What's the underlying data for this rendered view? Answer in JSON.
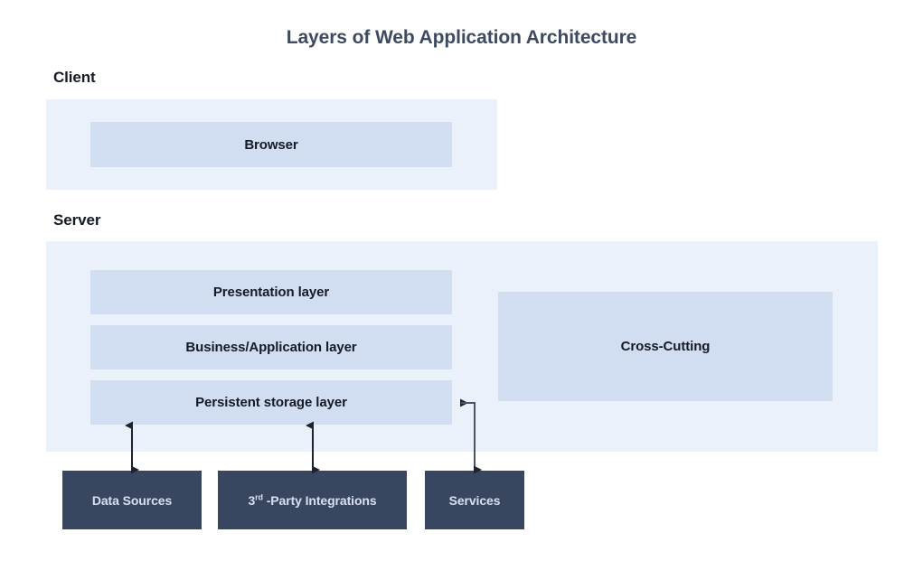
{
  "title": "Layers of Web Application Architecture",
  "zones": {
    "client": {
      "label": "Client",
      "boxes": [
        {
          "name": "browser",
          "label": "Browser"
        }
      ]
    },
    "server": {
      "label": "Server",
      "layers": [
        {
          "name": "presentation",
          "label": "Presentation layer"
        },
        {
          "name": "business",
          "label": "Business/Application layer"
        },
        {
          "name": "persistent",
          "label": "Persistent storage layer"
        }
      ],
      "side_boxes": [
        {
          "name": "cross-cutting",
          "label": "Cross-Cutting"
        }
      ]
    }
  },
  "external": [
    {
      "name": "data-sources",
      "label": "Data Sources"
    },
    {
      "name": "third-party-integrations",
      "label_prefix": "3",
      "label_superscript": "rd",
      "label_suffix": " -Party Integrations"
    },
    {
      "name": "services",
      "label": "Services"
    }
  ],
  "connectors": [
    {
      "name": "persistent-to-data-sources",
      "type": "double-headed-vertical"
    },
    {
      "name": "persistent-to-third-party",
      "type": "double-headed-vertical"
    },
    {
      "name": "services-to-persistent",
      "type": "elbow-double-headed"
    }
  ],
  "colors": {
    "title_text": "#3d4a61",
    "zone_label_text": "#141a26",
    "panel_background": "#eaf1fb",
    "light_box": "#d1ddf1",
    "light_box_text": "#141a26",
    "dark_box": "#39465f",
    "dark_box_text": "#d6e0f2",
    "connector": "#1b2230",
    "page_background": "#ffffff"
  }
}
